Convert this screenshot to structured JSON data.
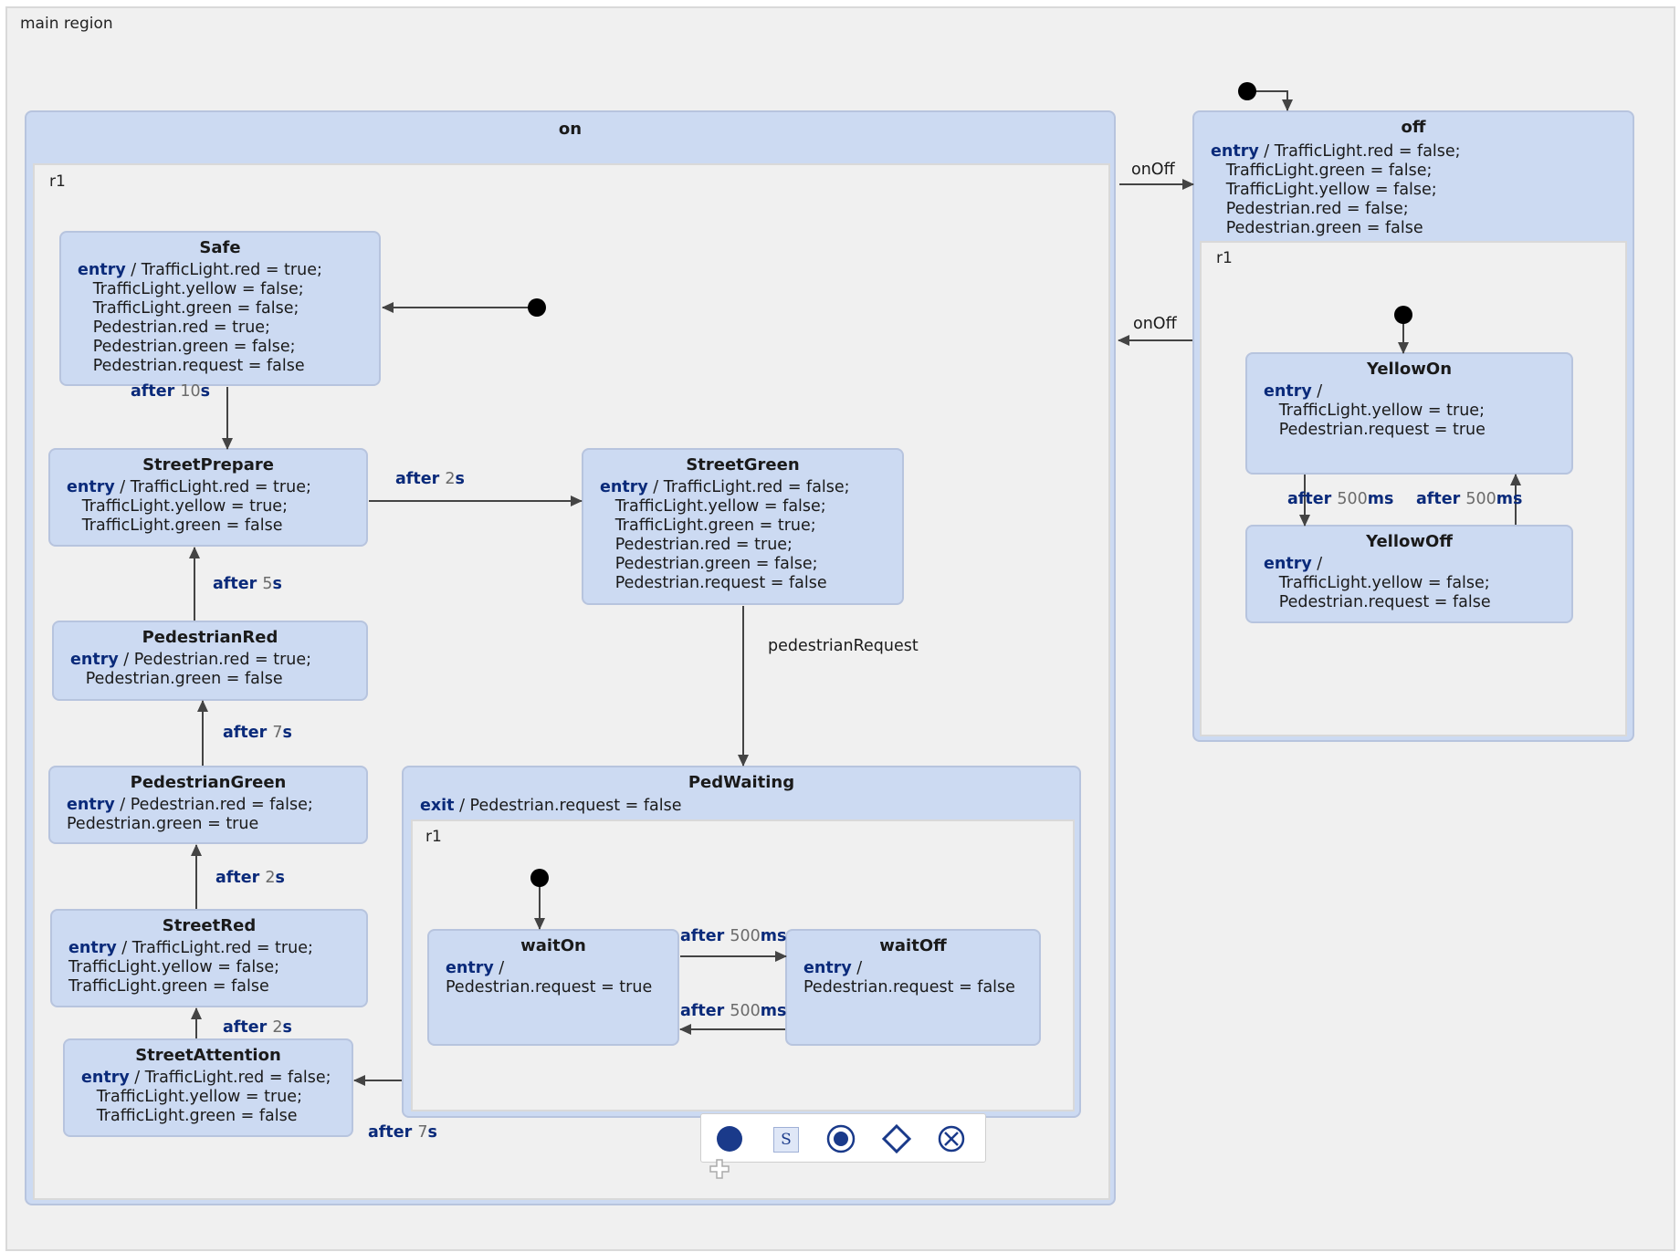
{
  "main_region": {
    "label": "main region"
  },
  "on": {
    "name": "on",
    "region_label": "r1",
    "states": {
      "safe": {
        "name": "Safe",
        "entry_kw": "entry",
        "entry_first": " / TrafficLight.red = true;",
        "lines": "   TrafficLight.yellow = false;\n   TrafficLight.green = false;\n   Pedestrian.red = true;\n   Pedestrian.green = false;\n   Pedestrian.request = false"
      },
      "street_prepare": {
        "name": "StreetPrepare",
        "entry_kw": "entry",
        "entry_first": " / TrafficLight.red = true;",
        "lines": "   TrafficLight.yellow = true;\n   TrafficLight.green = false"
      },
      "street_green": {
        "name": "StreetGreen",
        "entry_kw": "entry",
        "entry_first": " / TrafficLight.red = false;",
        "lines": "   TrafficLight.yellow = false;\n   TrafficLight.green = true;\n   Pedestrian.red = true;\n   Pedestrian.green = false;\n   Pedestrian.request = false"
      },
      "pedestrian_red": {
        "name": "PedestrianRed",
        "entry_kw": "entry",
        "entry_first": " / Pedestrian.red = true;",
        "lines": "   Pedestrian.green = false"
      },
      "pedestrian_green": {
        "name": "PedestrianGreen",
        "entry_kw": "entry",
        "entry_first": " / Pedestrian.red = false;",
        "lines": "Pedestrian.green = true"
      },
      "street_red": {
        "name": "StreetRed",
        "entry_kw": "entry",
        "entry_first": " / TrafficLight.red = true;",
        "lines": "TrafficLight.yellow = false;\nTrafficLight.green = false"
      },
      "street_attention": {
        "name": "StreetAttention",
        "entry_kw": "entry",
        "entry_first": " / TrafficLight.red = false;",
        "lines": "   TrafficLight.yellow = true;\n   TrafficLight.green = false"
      }
    },
    "ped_waiting": {
      "name": "PedWaiting",
      "exit_kw": "exit",
      "exit_rest": " / Pedestrian.request = false",
      "region_label": "r1",
      "wait_on": {
        "name": "waitOn",
        "entry_kw": "entry",
        "entry_first": " /",
        "lines": "Pedestrian.request = true"
      },
      "wait_off": {
        "name": "waitOff",
        "entry_kw": "entry",
        "entry_first": " /",
        "lines": "Pedestrian.request = false"
      }
    }
  },
  "off": {
    "name": "off",
    "entry_kw": "entry",
    "entry_first": " / TrafficLight.red = false;",
    "lines": "   TrafficLight.green = false;\n   TrafficLight.yellow = false;\n   Pedestrian.red = false;\n   Pedestrian.green = false",
    "region_label": "r1",
    "yellow_on": {
      "name": "YellowOn",
      "entry_kw": "entry",
      "entry_first": " /",
      "lines": "   TrafficLight.yellow = true;\n   Pedestrian.request = true"
    },
    "yellow_off": {
      "name": "YellowOff",
      "entry_kw": "entry",
      "entry_first": " /",
      "lines": "   TrafficLight.yellow = false;\n   Pedestrian.request = false"
    }
  },
  "transitions": {
    "on_to_off": "onOff",
    "off_to_on": "onOff",
    "pedestrian_request": "pedestrianRequest",
    "safe_to_prepare": {
      "kw": "after",
      "num": "10",
      "unit": "s"
    },
    "prepare_to_green": {
      "kw": "after",
      "num": "2",
      "unit": "s"
    },
    "pedred_to_prepare": {
      "kw": "after",
      "num": "5",
      "unit": "s"
    },
    "pedgreen_to_pedred": {
      "kw": "after",
      "num": "7",
      "unit": "s"
    },
    "streetred_to_pedgreen": {
      "kw": "after",
      "num": "2",
      "unit": "s"
    },
    "attention_to_streetred": {
      "kw": "after",
      "num": "2",
      "unit": "s"
    },
    "pedwaiting_to_attention": {
      "kw": "after",
      "num": "7",
      "unit": "s"
    },
    "waiton_to_waitoff": {
      "kw": "after",
      "num": "500",
      "unit": "ms"
    },
    "waitoff_to_waiton": {
      "kw": "after",
      "num": "500",
      "unit": "ms"
    },
    "yellowon_to_yellowoff": {
      "kw": "after",
      "num": "500",
      "unit": "ms"
    },
    "yellowoff_to_yellowon": {
      "kw": "after",
      "num": "500",
      "unit": "ms"
    }
  },
  "palette": {
    "tools": [
      "initial-state-tool-icon",
      "synchronization-tool-icon",
      "final-state-tool-icon",
      "choice-tool-icon",
      "exit-point-tool-icon"
    ],
    "sync_glyph": "S"
  },
  "colors": {
    "state_fill": "#ccdaf2",
    "region_fill": "#f0f0f0",
    "keyword": "#0a2a7a",
    "palette_icon": "#1a3a8a"
  }
}
